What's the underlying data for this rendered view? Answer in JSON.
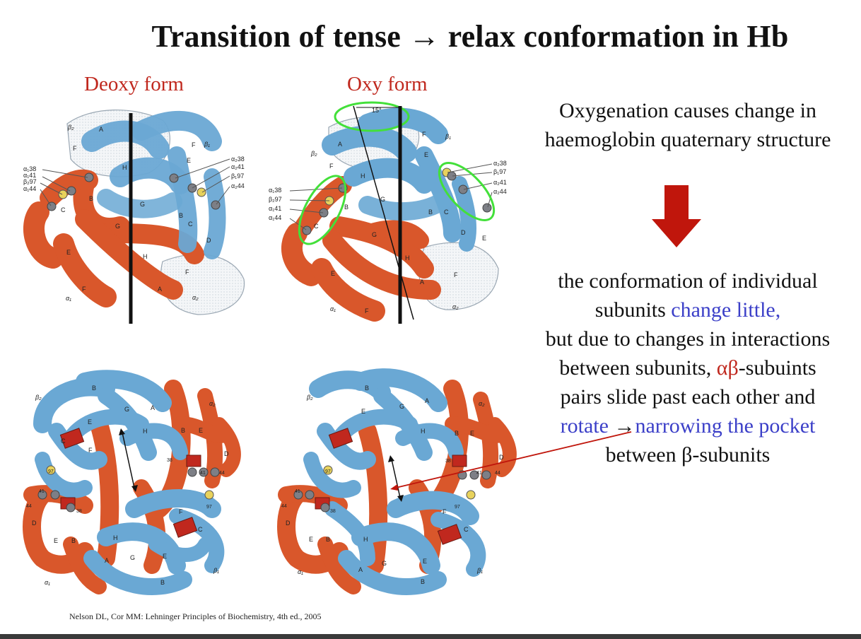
{
  "slide": {
    "title": "Transition of tense → relax conformation in Hb",
    "deoxy_label": "Deoxy form",
    "oxy_label": "Oxy form",
    "angle_label": "15°",
    "side_text_1_line1": "Oxygenation causes change in",
    "side_text_1_line2": "haemoglobin quaternary structure",
    "side_line_a": "the conformation of individual",
    "side_line_b_pre": "subunits ",
    "side_line_b_blue": "change little,",
    "side_line_c": "but due to changes in interactions",
    "side_line_d_pre": "between subunits, ",
    "side_line_d_red": "αβ",
    "side_line_d_post": "-subuints",
    "side_line_e": "pairs slide past each other and",
    "side_line_f_blue1": "rotate ",
    "side_line_f_arrow": "→",
    "side_line_f_blue2": "narrowing the pocket",
    "side_line_g": "between β-subunits",
    "citation": "Nelson DL, Cor MM: Lehninger Principles of Biochemistry, 4th ed., 2005"
  },
  "colors": {
    "title": "#111111",
    "label_red": "#c0281e",
    "text_blue": "#3b3fc8",
    "arrow_red": "#c0160c",
    "helix_blue": "#6aa8d4",
    "helix_orange": "#d9572b",
    "ellipse_green": "#43e03a"
  },
  "diagram_labels": {
    "deoxy_top": {
      "left_residues": [
        "α₁38",
        "α₁41",
        "β₂97",
        "α₁44"
      ],
      "right_residues": [
        "α₂38",
        "α₂41",
        "β₁97",
        "α₂44"
      ],
      "subunits": [
        "β₂",
        "β₁",
        "α₁",
        "α₂"
      ],
      "helices": [
        "A",
        "F",
        "H",
        "E",
        "B",
        "G",
        "C",
        "D",
        "E",
        "F",
        "G",
        "H",
        "A",
        "F",
        "C",
        "B",
        "D"
      ]
    },
    "oxy_top": {
      "left_residues": [
        "α₁38",
        "β₂97",
        "α₁41",
        "α₁44"
      ],
      "right_residues": [
        "α₂38",
        "β₁97",
        "α₂41",
        "α₂44"
      ],
      "subunits": [
        "β₂",
        "β₁",
        "α₁",
        "α₂"
      ]
    },
    "bottom": {
      "subunits": [
        "β₂",
        "α₂",
        "α₁",
        "β₁"
      ],
      "residue_numbers": [
        "97",
        "38",
        "41",
        "44",
        "97",
        "41",
        "44",
        "38"
      ]
    }
  }
}
